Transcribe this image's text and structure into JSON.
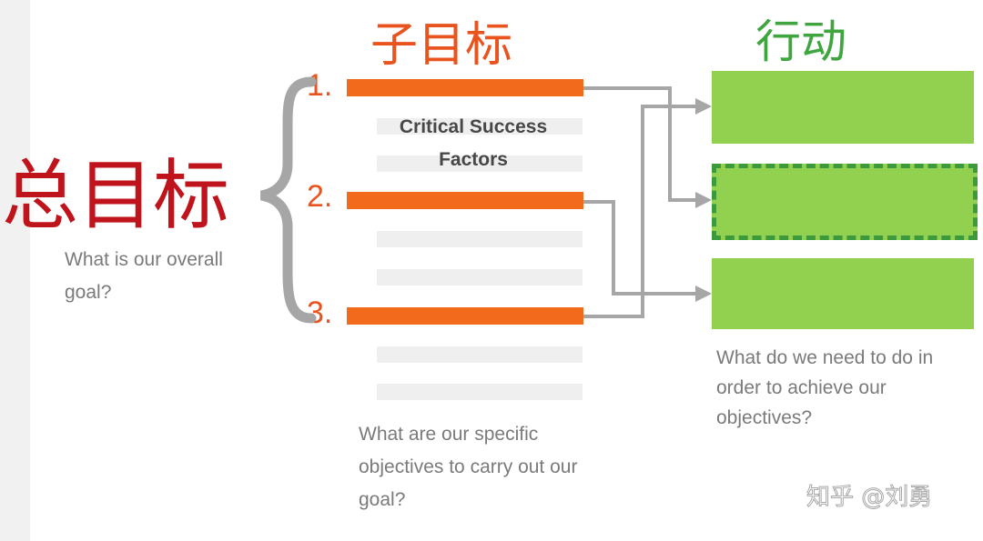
{
  "main_goal": {
    "title": "总目标",
    "question": "What is our overall goal?"
  },
  "sub_goals": {
    "title": "子目标",
    "items": [
      {
        "number": "1."
      },
      {
        "number": "2."
      },
      {
        "number": "3."
      }
    ],
    "csf_label": "Critical Success Factors",
    "question": "What are our specific objectives to carry out our goal?"
  },
  "actions": {
    "title": "行动",
    "question": "What do we need to do in order to achieve our objectives?",
    "box_count": 3
  },
  "colors": {
    "main_goal_red": "#c0141c",
    "sub_goal_orange": "#f26a1b",
    "action_green": "#92d050",
    "action_title_green": "#3fa53f",
    "dashed_border_green": "#3c9a3c",
    "arrow_grey": "#a6a6a6",
    "brace_grey": "#a6a6a6"
  },
  "watermark": "知乎 @刘勇"
}
